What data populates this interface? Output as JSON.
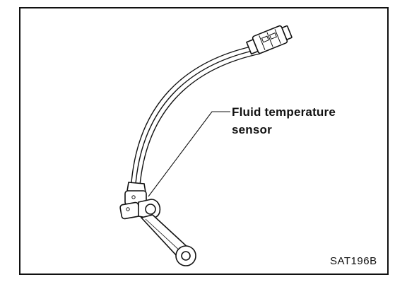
{
  "figure": {
    "callout_line1": "Fluid temperature",
    "callout_line2": "sensor",
    "figure_code": "SAT196B"
  },
  "style": {
    "ink": "#111111",
    "paper": "#ffffff"
  }
}
